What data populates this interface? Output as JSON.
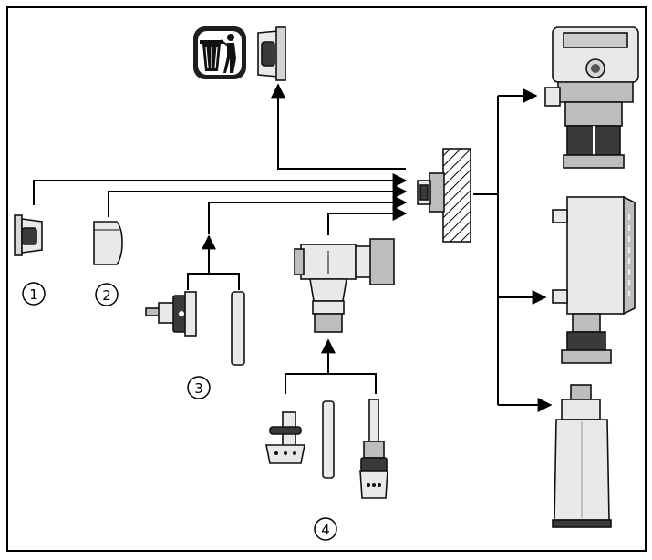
{
  "callouts": [
    {
      "label": "1"
    },
    {
      "label": "2"
    },
    {
      "label": "3"
    },
    {
      "label": "4"
    }
  ],
  "icons": [
    "recycle-bin-icon",
    "arrow-icon"
  ],
  "colors": {
    "line": "#000000",
    "background": "#ffffff",
    "part_light": "#e9e9e9",
    "part_mid": "#bdbdbd",
    "part_dark": "#3a3a3a"
  }
}
